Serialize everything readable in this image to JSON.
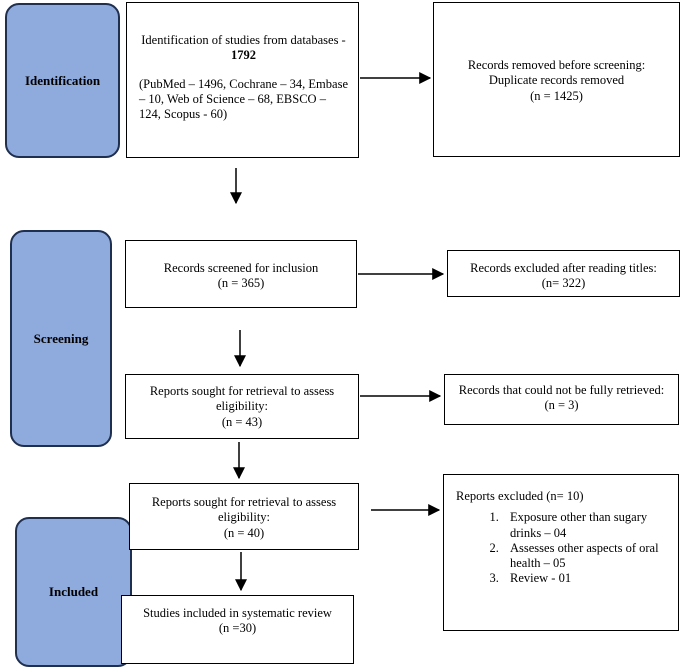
{
  "phases": {
    "identification": "Identification",
    "screening": "Screening",
    "included": "Included"
  },
  "identification_box": {
    "line1": "Identification of studies from databases - ",
    "count": "1792",
    "sources": "(PubMed – 1496, Cochrane – 34, Embase – 10, Web of Science – 68, EBSCO – 124, Scopus - 60)"
  },
  "removed_box": {
    "text": "Records removed before screening: Duplicate records removed",
    "n": "(n = 1425)"
  },
  "screened_box": {
    "text": "Records screened for inclusion",
    "n": "(n = 365)"
  },
  "excluded_titles_box": {
    "text": "Records excluded after reading titles:",
    "n": "(n= 322)"
  },
  "retrieval_box": {
    "text": "Reports sought for retrieval to assess eligibility:",
    "n": "(n = 43)"
  },
  "not_retrieved_box": {
    "text": "Records that could not be fully retrieved: (n = 3)"
  },
  "eligibility_box": {
    "text": "Reports sought for retrieval to assess eligibility:",
    "n": "(n = 40)"
  },
  "reports_excluded_box": {
    "title": "Reports excluded (n= 10)",
    "items": [
      "Exposure other than sugary drinks – 04",
      "Assesses other aspects of oral health – 05",
      "Review - 01"
    ]
  },
  "included_box": {
    "text": "Studies included in systematic review",
    "n": "(n =30)"
  }
}
